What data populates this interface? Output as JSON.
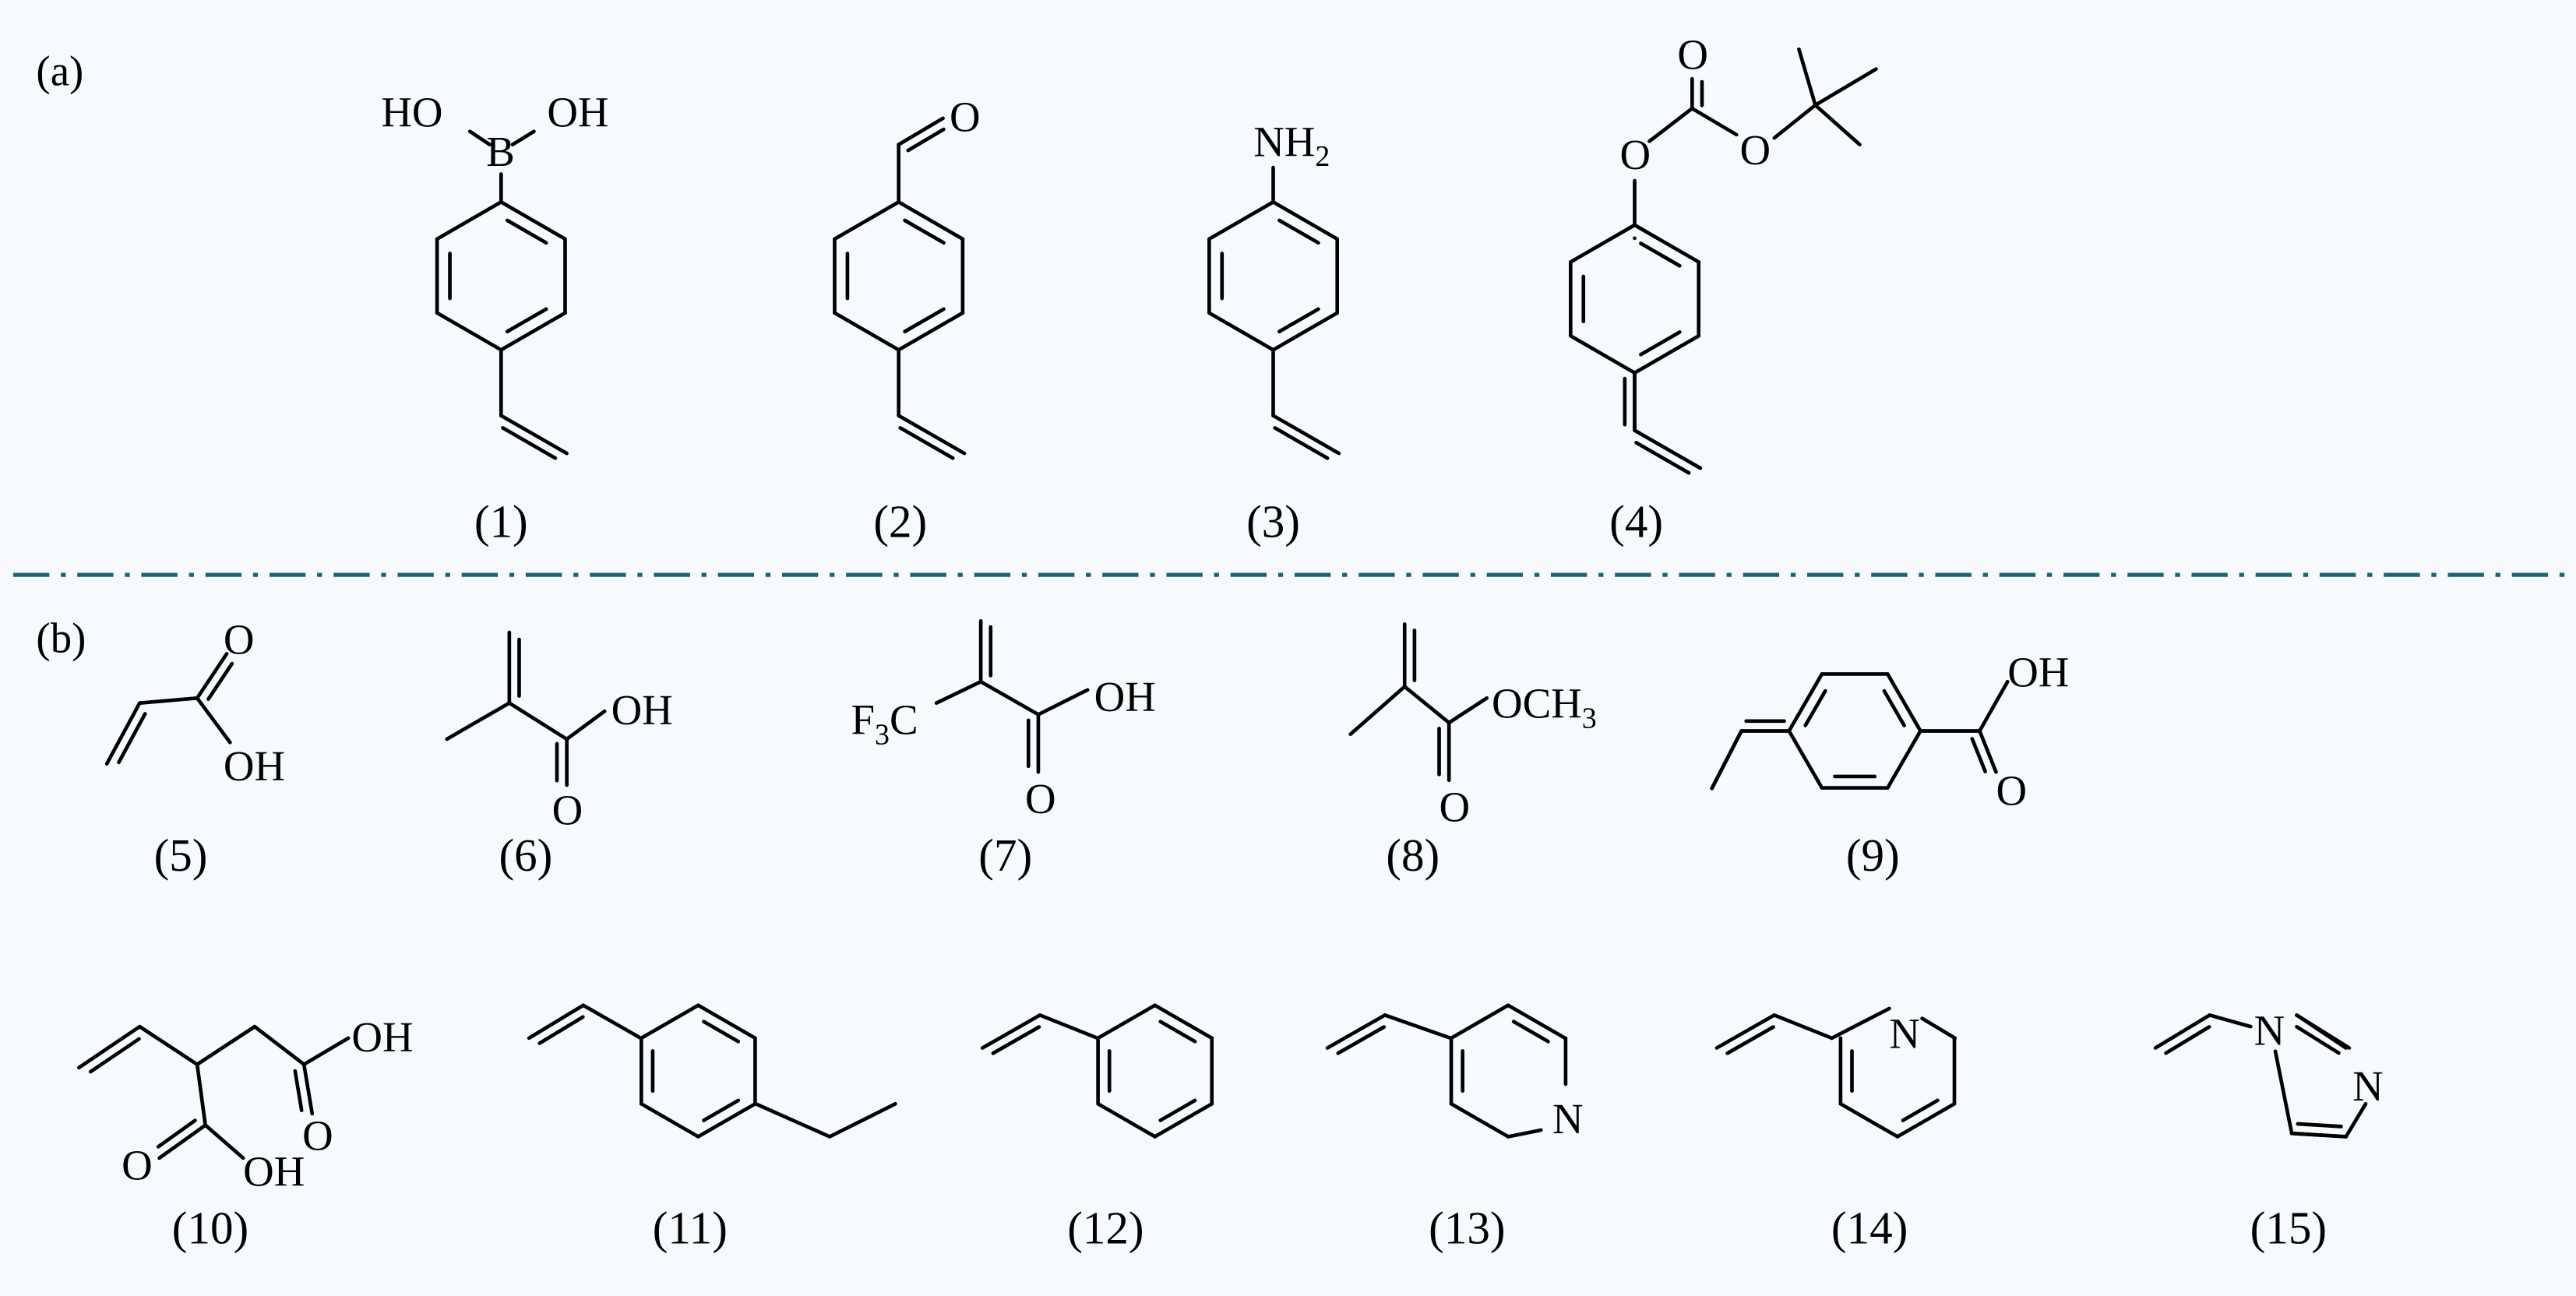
{
  "panels": {
    "a": "(a)",
    "b": "(b)"
  },
  "divider_color": "#1f5f7a",
  "molecules": [
    {
      "label": "(1)",
      "atoms": {
        "ho": "HO",
        "oh": "OH",
        "b": "B"
      }
    },
    {
      "label": "(2)",
      "atoms": {
        "o": "O"
      }
    },
    {
      "label": "(3)",
      "atoms": {
        "nh": "NH",
        "nh_sub": "2"
      }
    },
    {
      "label": "(4)",
      "atoms": {
        "o1": "O",
        "o2": "O",
        "o3": "O"
      }
    },
    {
      "label": "(5)",
      "atoms": {
        "o": "O",
        "oh": "OH"
      }
    },
    {
      "label": "(6)",
      "atoms": {
        "oh": "OH",
        "o": "O"
      }
    },
    {
      "label": "(7)",
      "atoms": {
        "f": "F",
        "f_sub": "3",
        "c": "C",
        "oh": "OH",
        "o": "O"
      }
    },
    {
      "label": "(8)",
      "atoms": {
        "och": "OCH",
        "och_sub": "3",
        "o": "O"
      }
    },
    {
      "label": "(9)",
      "atoms": {
        "oh": "OH",
        "o": "O"
      }
    },
    {
      "label": "(10)",
      "atoms": {
        "oh1": "OH",
        "o1": "O",
        "o2": "O",
        "oh2": "OH"
      }
    },
    {
      "label": "(11)",
      "atoms": {}
    },
    {
      "label": "(12)",
      "atoms": {}
    },
    {
      "label": "(13)",
      "atoms": {
        "n": "N"
      }
    },
    {
      "label": "(14)",
      "atoms": {
        "n": "N"
      }
    },
    {
      "label": "(15)",
      "atoms": {
        "n1": "N",
        "n2": "N"
      }
    }
  ]
}
